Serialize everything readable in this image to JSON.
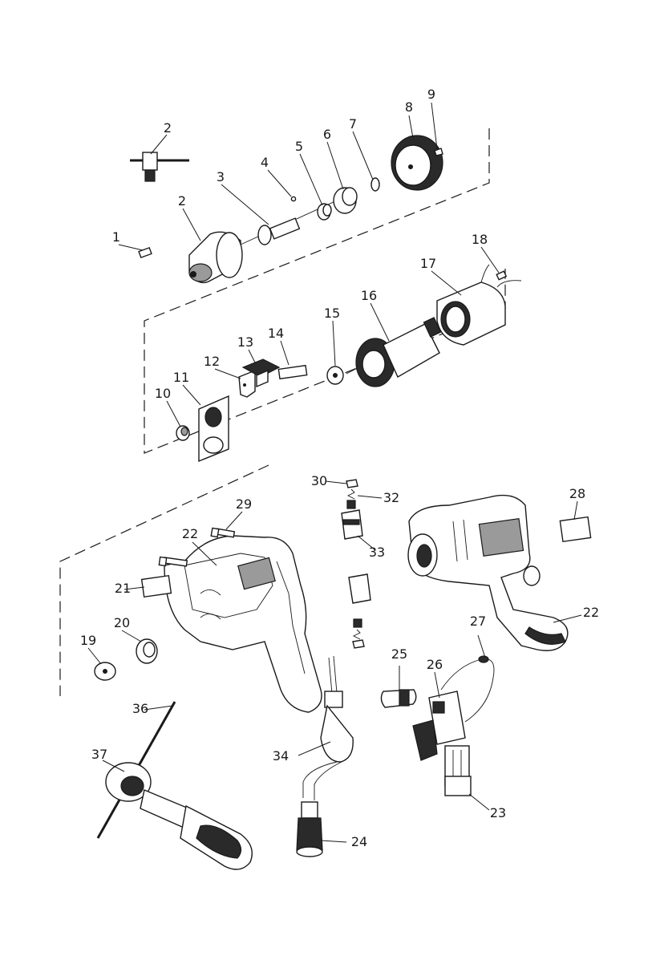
{
  "diagram": {
    "part_labels": [
      {
        "id": "p1",
        "number": "1"
      },
      {
        "id": "p2a",
        "number": "2"
      },
      {
        "id": "p2b",
        "number": "2"
      },
      {
        "id": "p3",
        "number": "3"
      },
      {
        "id": "p4",
        "number": "4"
      },
      {
        "id": "p5",
        "number": "5"
      },
      {
        "id": "p6",
        "number": "6"
      },
      {
        "id": "p7",
        "number": "7"
      },
      {
        "id": "p8",
        "number": "8"
      },
      {
        "id": "p9",
        "number": "9"
      },
      {
        "id": "p10",
        "number": "10"
      },
      {
        "id": "p11",
        "number": "11"
      },
      {
        "id": "p12",
        "number": "12"
      },
      {
        "id": "p13",
        "number": "13"
      },
      {
        "id": "p14",
        "number": "14"
      },
      {
        "id": "p15",
        "number": "15"
      },
      {
        "id": "p16",
        "number": "16"
      },
      {
        "id": "p17",
        "number": "17"
      },
      {
        "id": "p18",
        "number": "18"
      },
      {
        "id": "p19",
        "number": "19"
      },
      {
        "id": "p20",
        "number": "20"
      },
      {
        "id": "p21",
        "number": "21"
      },
      {
        "id": "p22a",
        "number": "22"
      },
      {
        "id": "p22b",
        "number": "22"
      },
      {
        "id": "p23",
        "number": "23"
      },
      {
        "id": "p24",
        "number": "24"
      },
      {
        "id": "p25",
        "number": "25"
      },
      {
        "id": "p26",
        "number": "26"
      },
      {
        "id": "p27",
        "number": "27"
      },
      {
        "id": "p28",
        "number": "28"
      },
      {
        "id": "p29",
        "number": "29"
      },
      {
        "id": "p30",
        "number": "30"
      },
      {
        "id": "p32",
        "number": "32"
      },
      {
        "id": "p33",
        "number": "33"
      },
      {
        "id": "p34",
        "number": "34"
      },
      {
        "id": "p36",
        "number": "36"
      },
      {
        "id": "p37",
        "number": "37"
      }
    ]
  }
}
